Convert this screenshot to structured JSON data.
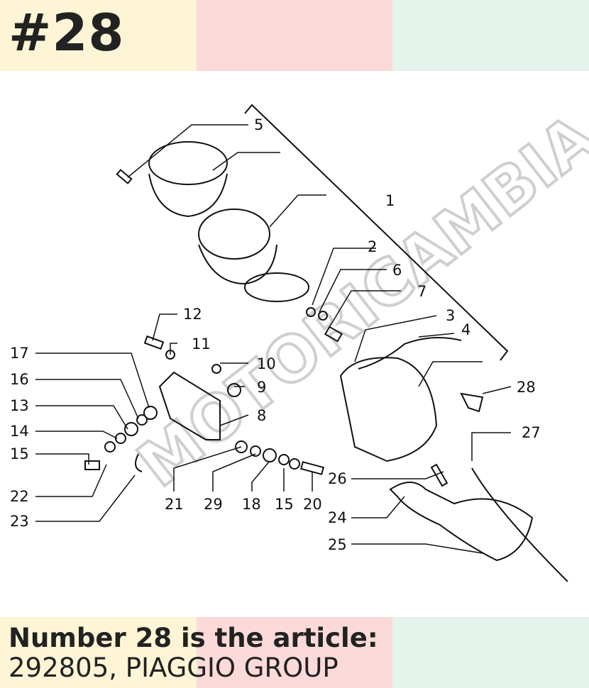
{
  "header": {
    "title": "#28"
  },
  "colors": {
    "band1": "#fdf5d5",
    "band2": "#fbdad9",
    "band3": "#e4f3ec",
    "text": "#222222"
  },
  "diagram": {
    "watermark": "MOTORICAMBIA",
    "callouts": [
      "1",
      "2",
      "3",
      "4",
      "5",
      "6",
      "7",
      "8",
      "9",
      "10",
      "11",
      "12",
      "13",
      "14",
      "15",
      "16",
      "17",
      "18",
      "15",
      "20",
      "21",
      "22",
      "23",
      "24",
      "25",
      "26",
      "27",
      "28",
      "29"
    ]
  },
  "footer": {
    "line1": "Number 28 is the article:",
    "line2": "292805, PIAGGIO GROUP"
  }
}
